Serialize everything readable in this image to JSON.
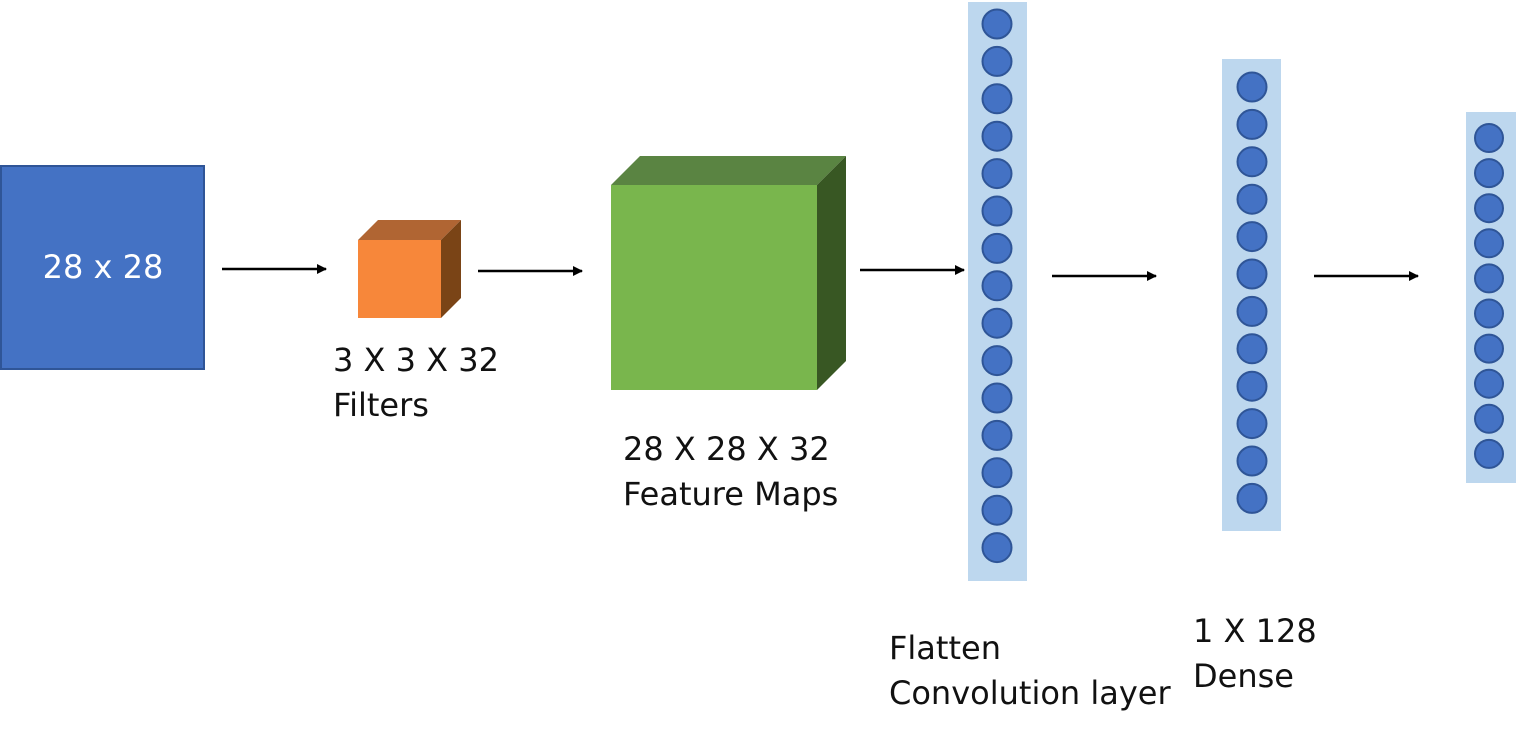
{
  "input": {
    "label": "28 x 28",
    "color": "#4472C4",
    "border": "#2F5597"
  },
  "filters": {
    "line1": "3 X 3 X 32",
    "line2": "Filters",
    "front": "#F7873A",
    "top": "#B06533",
    "side": "#7A4416"
  },
  "feature_maps": {
    "line1": "28 X 28 X 32",
    "line2": "Feature Maps",
    "front": "#79B64D",
    "top": "#5A8442",
    "side": "#385723"
  },
  "flatten": {
    "line1": "Flatten",
    "line2": "Convolution layer",
    "neuron_count": 15
  },
  "dense": {
    "line1": "1 X 128",
    "line2": "Dense",
    "neuron_count": 12
  },
  "output": {
    "neuron_count": 10
  },
  "neuron_style": {
    "fill": "#4472C4",
    "stroke": "#2F5597",
    "column_bg": "#BDD7EE"
  },
  "arrow_color": "#000000"
}
